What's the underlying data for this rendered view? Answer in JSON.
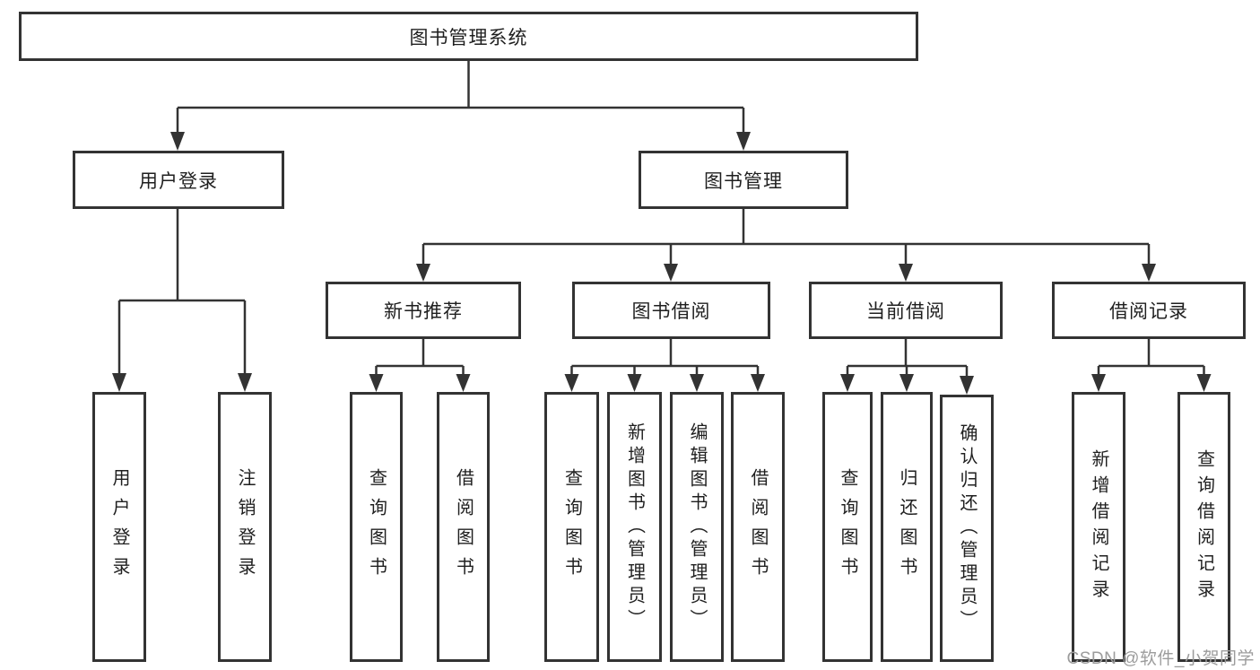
{
  "diagram": {
    "root": {
      "label": "图书管理系统"
    },
    "children": [
      {
        "label": "用户登录",
        "children": [
          {
            "label": "用户登录"
          },
          {
            "label": "注销登录"
          }
        ]
      },
      {
        "label": "图书管理",
        "children": [
          {
            "label": "新书推荐",
            "children": [
              {
                "label": "查询图书"
              },
              {
                "label": "借阅图书"
              }
            ]
          },
          {
            "label": "图书借阅",
            "children": [
              {
                "label": "查询图书"
              },
              {
                "label": "新增图书（管理员）"
              },
              {
                "label": "编辑图书（管理员）"
              },
              {
                "label": "借阅图书"
              }
            ]
          },
          {
            "label": "当前借阅",
            "children": [
              {
                "label": "查询图书"
              },
              {
                "label": "归还图书"
              },
              {
                "label": "确认归还（管理员）"
              }
            ]
          },
          {
            "label": "借阅记录",
            "children": [
              {
                "label": "新增借阅记录"
              },
              {
                "label": "查询借阅记录"
              }
            ]
          }
        ]
      }
    ]
  },
  "watermark": {
    "text": "CSDN @软件_小贺同学"
  },
  "colors": {
    "line": "#333333",
    "text": "#1f1f1f",
    "watermark": "#9c9c9c",
    "background": "#ffffff"
  }
}
